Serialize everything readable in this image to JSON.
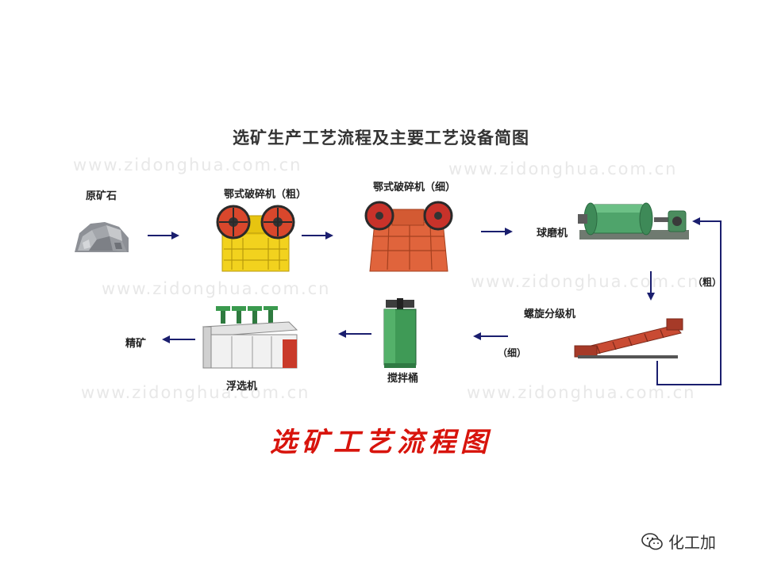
{
  "title": "选矿生产工艺流程及主要工艺设备简图",
  "watermark": "www.zidonghua.com.cn",
  "nodes": {
    "raw_ore": "原矿石",
    "jaw_coarse": "鄂式破碎机（粗）",
    "jaw_fine": "鄂式破碎机（细）",
    "ball_mill": "球磨机",
    "spiral_classifier": "螺旋分级机",
    "agitator": "搅拌桶",
    "flotation": "浮选机",
    "concentrate": "精矿"
  },
  "notes": {
    "coarse": "（粗）",
    "fine": "（细）"
  },
  "bottom_title": "选矿工艺流程图",
  "footer": {
    "account": "化工加",
    "icon": "wechat-icon"
  },
  "colors": {
    "arrow": "#1a1e6e",
    "bottom_title": "#d8140c",
    "loop_line": "#1a1e6e"
  }
}
